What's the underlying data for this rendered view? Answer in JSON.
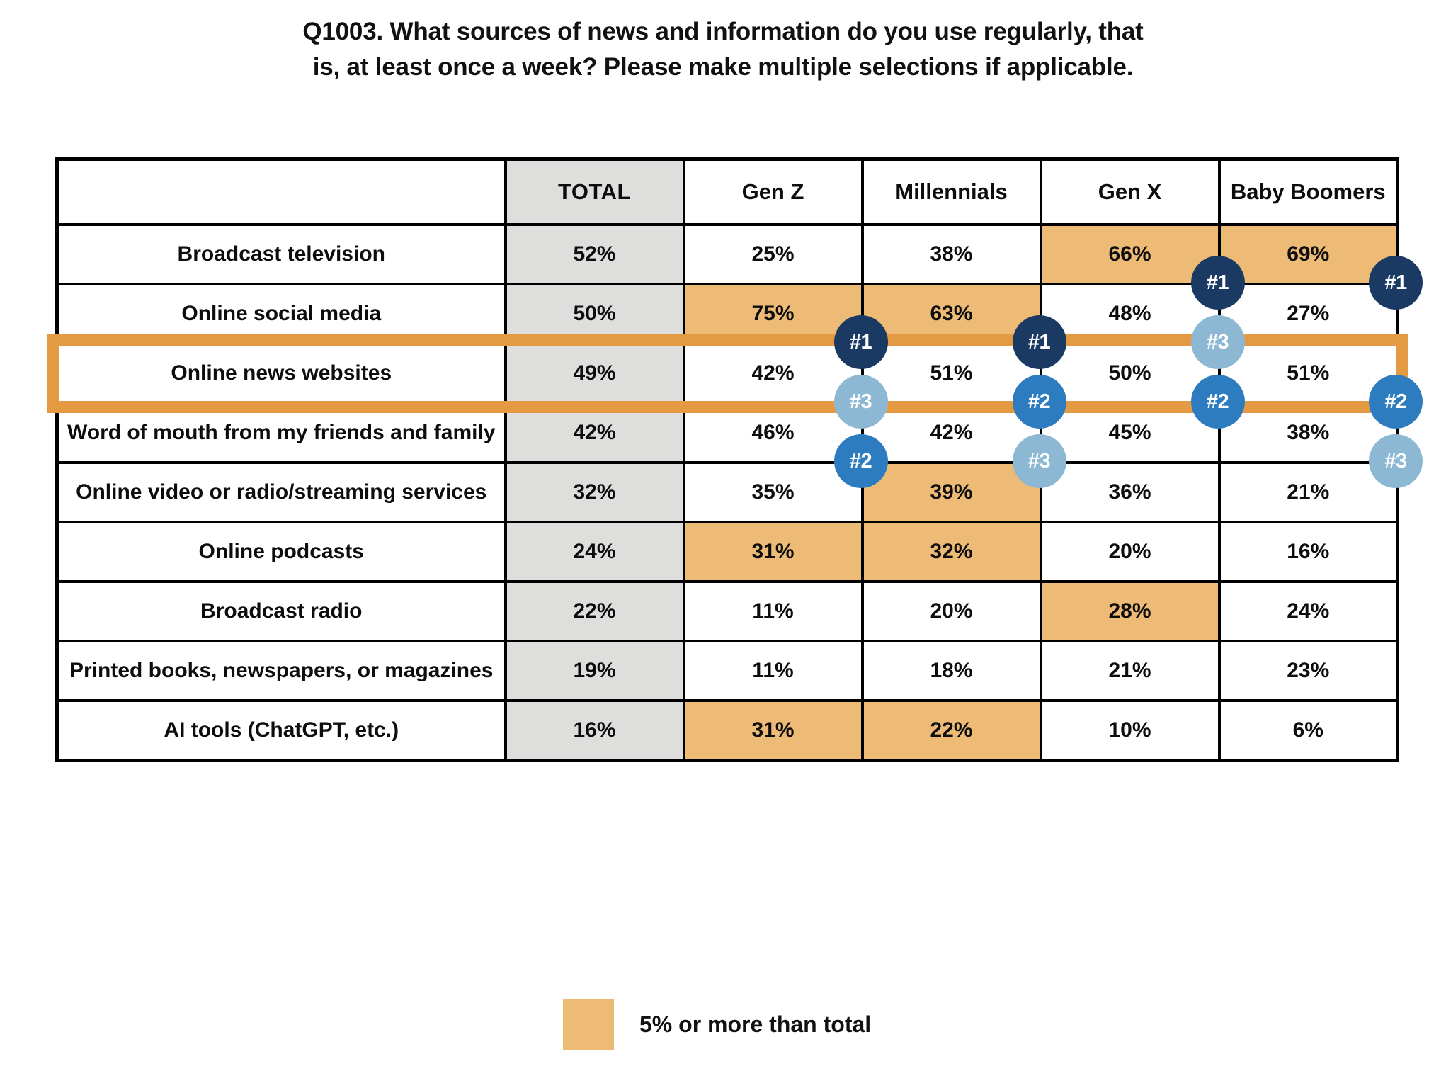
{
  "title": {
    "line1": "Q1003. What sources of news and information do you use regularly, that",
    "line2": "is, at least once a week? Please make multiple selections if applicable."
  },
  "colors": {
    "highlight_fill": "#eebb77",
    "focus_border": "#e49a42",
    "total_column_fill": "#dededd",
    "rank1": "#1b3a63",
    "rank2": "#2d7cbf",
    "rank3": "#8cb8d4",
    "grid": "#000000"
  },
  "table": {
    "columns": [
      "",
      "TOTAL",
      "Gen Z",
      "Millennials",
      "Gen X",
      "Baby Boomers"
    ],
    "focus_row_index": 2,
    "rows": [
      {
        "label": "Broadcast television",
        "cells": [
          {
            "value": "52%",
            "highlight": false,
            "rank": null
          },
          {
            "value": "25%",
            "highlight": false,
            "rank": null
          },
          {
            "value": "38%",
            "highlight": false,
            "rank": null
          },
          {
            "value": "66%",
            "highlight": true,
            "rank": "#1"
          },
          {
            "value": "69%",
            "highlight": true,
            "rank": "#1"
          }
        ]
      },
      {
        "label": "Online social media",
        "cells": [
          {
            "value": "50%",
            "highlight": false,
            "rank": null
          },
          {
            "value": "75%",
            "highlight": true,
            "rank": "#1"
          },
          {
            "value": "63%",
            "highlight": true,
            "rank": "#1"
          },
          {
            "value": "48%",
            "highlight": false,
            "rank": "#3"
          },
          {
            "value": "27%",
            "highlight": false,
            "rank": null
          }
        ]
      },
      {
        "label": "Online news websites",
        "cells": [
          {
            "value": "49%",
            "highlight": false,
            "rank": null
          },
          {
            "value": "42%",
            "highlight": false,
            "rank": "#3"
          },
          {
            "value": "51%",
            "highlight": false,
            "rank": "#2"
          },
          {
            "value": "50%",
            "highlight": false,
            "rank": "#2"
          },
          {
            "value": "51%",
            "highlight": false,
            "rank": "#2"
          }
        ]
      },
      {
        "label": "Word of mouth from my friends and family",
        "cells": [
          {
            "value": "42%",
            "highlight": false,
            "rank": null
          },
          {
            "value": "46%",
            "highlight": false,
            "rank": "#2"
          },
          {
            "value": "42%",
            "highlight": false,
            "rank": "#3"
          },
          {
            "value": "45%",
            "highlight": false,
            "rank": null
          },
          {
            "value": "38%",
            "highlight": false,
            "rank": "#3"
          }
        ]
      },
      {
        "label": "Online video or radio/streaming services",
        "cells": [
          {
            "value": "32%",
            "highlight": false,
            "rank": null
          },
          {
            "value": "35%",
            "highlight": false,
            "rank": null
          },
          {
            "value": "39%",
            "highlight": true,
            "rank": null
          },
          {
            "value": "36%",
            "highlight": false,
            "rank": null
          },
          {
            "value": "21%",
            "highlight": false,
            "rank": null
          }
        ]
      },
      {
        "label": "Online podcasts",
        "cells": [
          {
            "value": "24%",
            "highlight": false,
            "rank": null
          },
          {
            "value": "31%",
            "highlight": true,
            "rank": null
          },
          {
            "value": "32%",
            "highlight": true,
            "rank": null
          },
          {
            "value": "20%",
            "highlight": false,
            "rank": null
          },
          {
            "value": "16%",
            "highlight": false,
            "rank": null
          }
        ]
      },
      {
        "label": "Broadcast radio",
        "cells": [
          {
            "value": "22%",
            "highlight": false,
            "rank": null
          },
          {
            "value": "11%",
            "highlight": false,
            "rank": null
          },
          {
            "value": "20%",
            "highlight": false,
            "rank": null
          },
          {
            "value": "28%",
            "highlight": true,
            "rank": null
          },
          {
            "value": "24%",
            "highlight": false,
            "rank": null
          }
        ]
      },
      {
        "label": "Printed books, newspapers, or magazines",
        "cells": [
          {
            "value": "19%",
            "highlight": false,
            "rank": null
          },
          {
            "value": "11%",
            "highlight": false,
            "rank": null
          },
          {
            "value": "18%",
            "highlight": false,
            "rank": null
          },
          {
            "value": "21%",
            "highlight": false,
            "rank": null
          },
          {
            "value": "23%",
            "highlight": false,
            "rank": null
          }
        ]
      },
      {
        "label": "AI tools (ChatGPT, etc.)",
        "cells": [
          {
            "value": "16%",
            "highlight": false,
            "rank": null
          },
          {
            "value": "31%",
            "highlight": true,
            "rank": null
          },
          {
            "value": "22%",
            "highlight": true,
            "rank": null
          },
          {
            "value": "10%",
            "highlight": false,
            "rank": null
          },
          {
            "value": "6%",
            "highlight": false,
            "rank": null
          }
        ]
      }
    ]
  },
  "legend": {
    "label": "5% or more than total"
  },
  "chart_data": {
    "type": "table",
    "title": "Q1003. What sources of news and information do you use regularly, that is, at least once a week? Please make multiple selections if applicable.",
    "categories": [
      "TOTAL",
      "Gen Z",
      "Millennials",
      "Gen X",
      "Baby Boomers"
    ],
    "rows": [
      "Broadcast television",
      "Online social media",
      "Online news websites",
      "Word of mouth from my friends and family",
      "Online video or radio/streaming services",
      "Online podcasts",
      "Broadcast radio",
      "Printed books, newspapers, or magazines",
      "AI tools (ChatGPT, etc.)"
    ],
    "series": [
      {
        "name": "TOTAL",
        "values": [
          52,
          50,
          49,
          42,
          32,
          24,
          22,
          19,
          16
        ]
      },
      {
        "name": "Gen Z",
        "values": [
          25,
          75,
          42,
          46,
          35,
          31,
          11,
          11,
          31
        ]
      },
      {
        "name": "Millennials",
        "values": [
          38,
          63,
          51,
          42,
          39,
          32,
          20,
          18,
          22
        ]
      },
      {
        "name": "Gen X",
        "values": [
          66,
          48,
          50,
          45,
          36,
          20,
          28,
          21,
          10
        ]
      },
      {
        "name": "Baby Boomers",
        "values": [
          69,
          27,
          51,
          38,
          21,
          16,
          24,
          23,
          6
        ]
      }
    ],
    "units": "percent",
    "annotations": {
      "highlight_rule": "5% or more than total",
      "ranks": [
        {
          "row": "Broadcast television",
          "column": "Gen X",
          "rank": 1
        },
        {
          "row": "Broadcast television",
          "column": "Baby Boomers",
          "rank": 1
        },
        {
          "row": "Online social media",
          "column": "Gen Z",
          "rank": 1
        },
        {
          "row": "Online social media",
          "column": "Millennials",
          "rank": 1
        },
        {
          "row": "Online social media",
          "column": "Gen X",
          "rank": 3
        },
        {
          "row": "Online news websites",
          "column": "Gen Z",
          "rank": 3
        },
        {
          "row": "Online news websites",
          "column": "Millennials",
          "rank": 2
        },
        {
          "row": "Online news websites",
          "column": "Gen X",
          "rank": 2
        },
        {
          "row": "Online news websites",
          "column": "Baby Boomers",
          "rank": 2
        },
        {
          "row": "Word of mouth from my friends and family",
          "column": "Gen Z",
          "rank": 2
        },
        {
          "row": "Word of mouth from my friends and family",
          "column": "Millennials",
          "rank": 3
        },
        {
          "row": "Word of mouth from my friends and family",
          "column": "Baby Boomers",
          "rank": 3
        }
      ]
    }
  }
}
